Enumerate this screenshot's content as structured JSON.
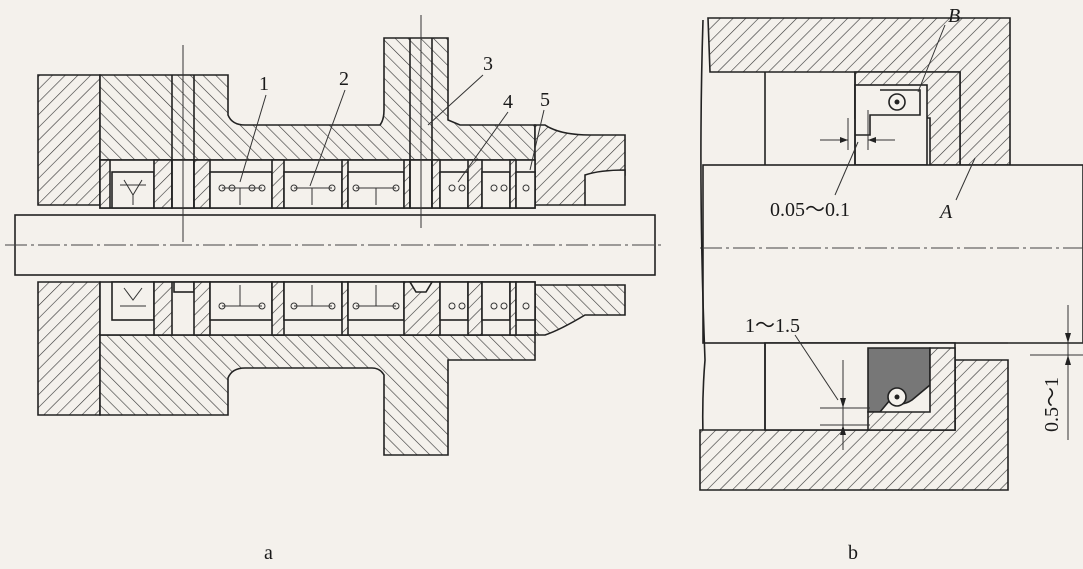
{
  "figure_a": {
    "part_labels": [
      "1",
      "2",
      "3",
      "4",
      "5"
    ],
    "caption": "a"
  },
  "figure_b": {
    "label_B": "B",
    "label_A": "A",
    "dim_gap": "0.05～0.1",
    "dim_depth": "1～1.5",
    "dim_side": "0.5～1",
    "caption": "b"
  }
}
